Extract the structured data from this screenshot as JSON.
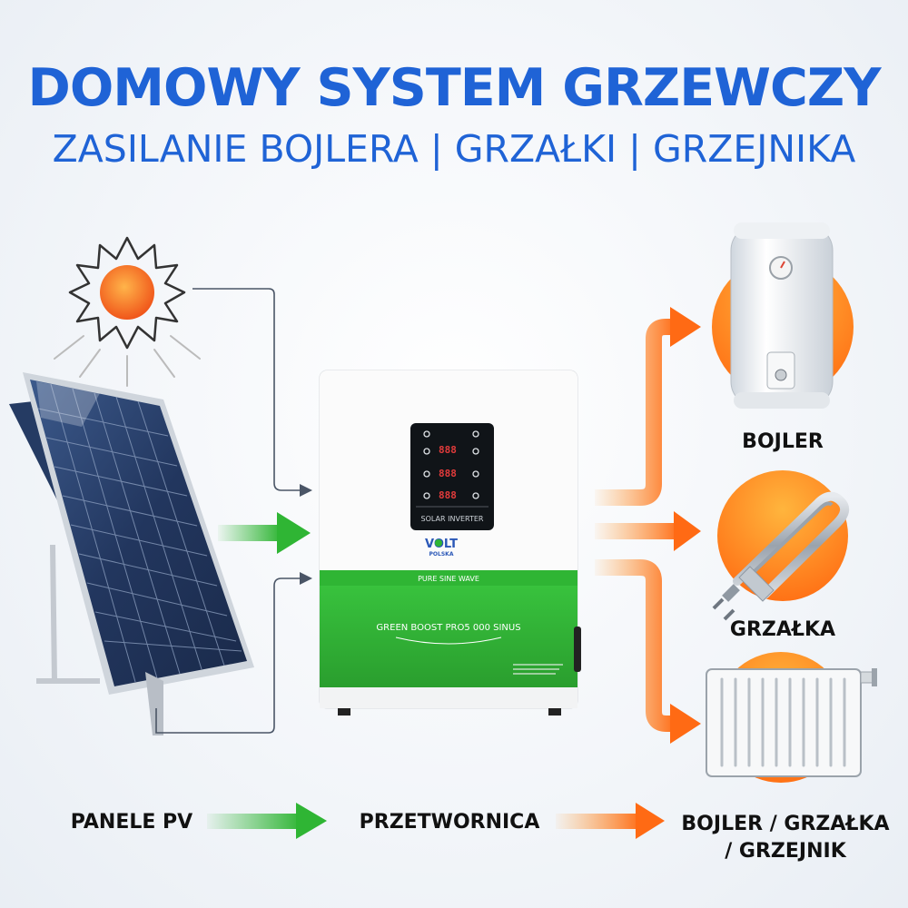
{
  "header": {
    "title": "DOMOWY SYSTEM GRZEWCZY",
    "subtitle": "ZASILANIE BOJLERA | GRZAŁKI | GRZEJNIKA"
  },
  "inverter": {
    "display_label": "SOLAR INVERTER",
    "brand": "VOLT",
    "brand_sub": "POLSKA",
    "band_label": "PURE SINE WAVE",
    "model": "GREEN BOOST PRO5 000 SINUS",
    "digits": "888",
    "accent_color": "#2fb534"
  },
  "outputs": {
    "bojler": "BOJLER",
    "grzalka": "GRZAŁKA"
  },
  "flow": {
    "step1": "PANELE PV",
    "step2": "PRZETWORNICA",
    "step3_line1": "BOJLER / GRZAŁKA",
    "step3_line2": "/ GRZEJNIK"
  },
  "colors": {
    "title": "#1f63d6",
    "green_arrow": "#2fb534",
    "orange_arrow": "#ff7a1a"
  }
}
